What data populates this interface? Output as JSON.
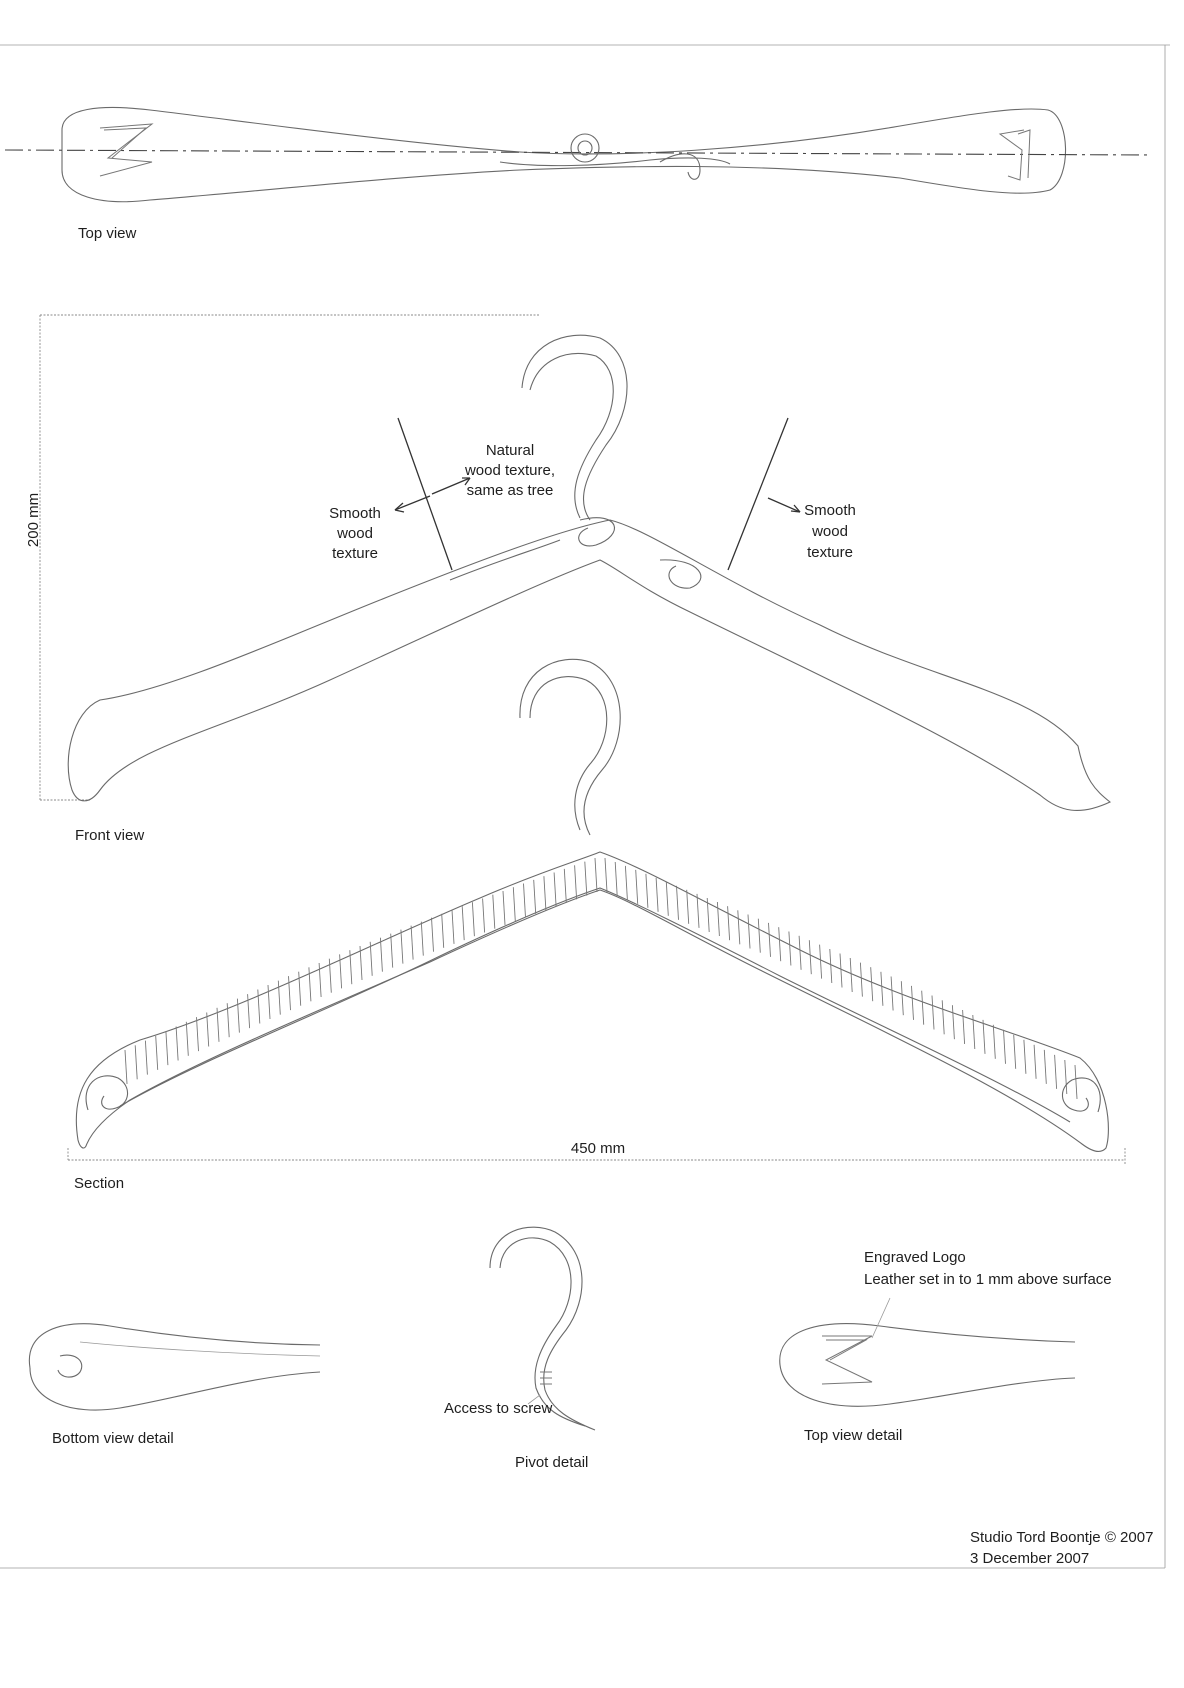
{
  "drawing": {
    "views": {
      "top_view": "Top view",
      "front_view": "Front view",
      "section": "Section",
      "bottom_view_detail": "Bottom view detail",
      "pivot_detail": "Pivot detail",
      "top_view_detail": "Top view detail"
    },
    "dimensions": {
      "height": "200 mm",
      "width": "450 mm"
    },
    "annotations": {
      "natural_wood": [
        "Natural",
        "wood texture,",
        "same as tree"
      ],
      "smooth_left": [
        "Smooth",
        "wood",
        "texture"
      ],
      "smooth_right": [
        "Smooth",
        "wood",
        "texture"
      ],
      "access_to_screw": "Access to screw",
      "engraved_logo": "Engraved Logo",
      "leather": "Leather set in to 1 mm above surface"
    },
    "credits": {
      "studio": "Studio Tord Boontje © 2007",
      "date": "3 December 2007"
    }
  }
}
